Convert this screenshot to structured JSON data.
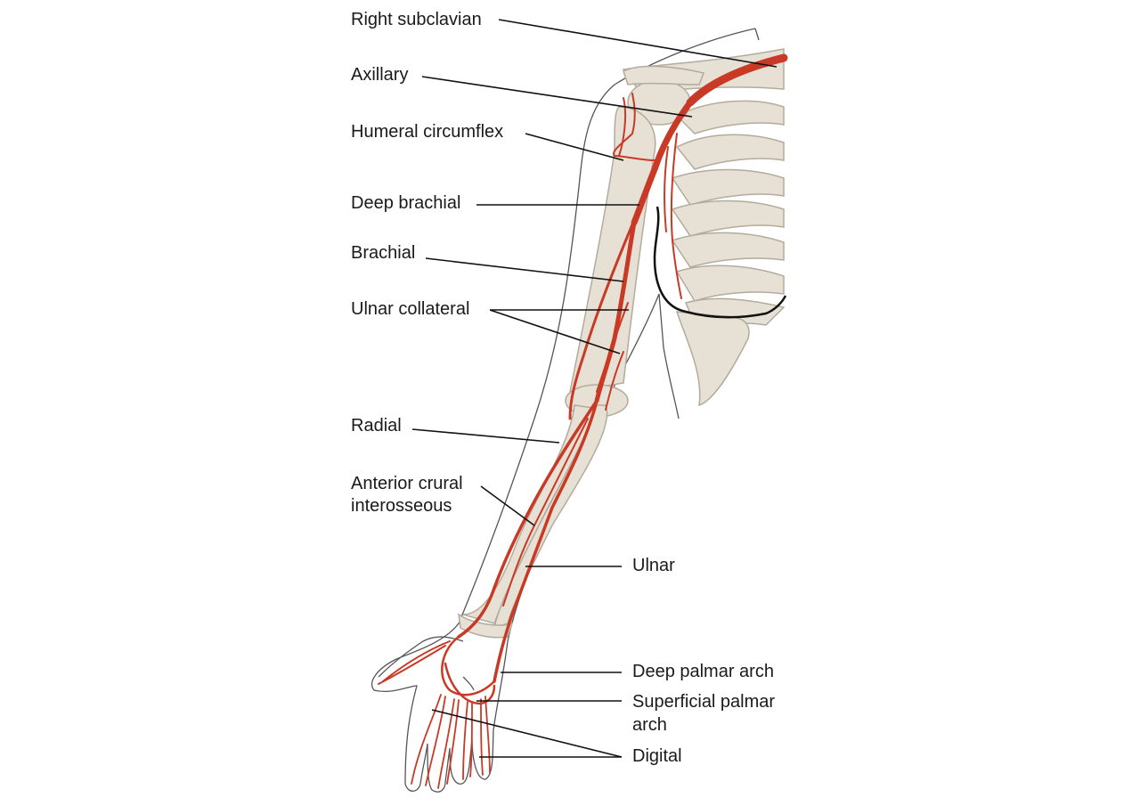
{
  "labels": {
    "right_subclavian": "Right subclavian",
    "axillary": "Axillary",
    "humeral_circumflex": "Humeral circumflex",
    "deep_brachial": "Deep brachial",
    "brachial": "Brachial",
    "ulnar_collateral": "Ulnar collateral",
    "radial": "Radial",
    "anterior_crural_line1": "Anterior crural",
    "anterior_crural_line2": "interosseous",
    "ulnar": "Ulnar",
    "deep_palmar_arch": "Deep palmar arch",
    "superficial_palmar_line1": "Superficial palmar",
    "superficial_palmar_line2": "arch",
    "digital": "Digital"
  },
  "colors": {
    "artery": "#c93a26",
    "artery_dark": "#a82c1c",
    "bone": "#e6e1d4",
    "bone_outline": "#b8b0a0",
    "skin_outline": "#444444",
    "leader": "#111111"
  }
}
